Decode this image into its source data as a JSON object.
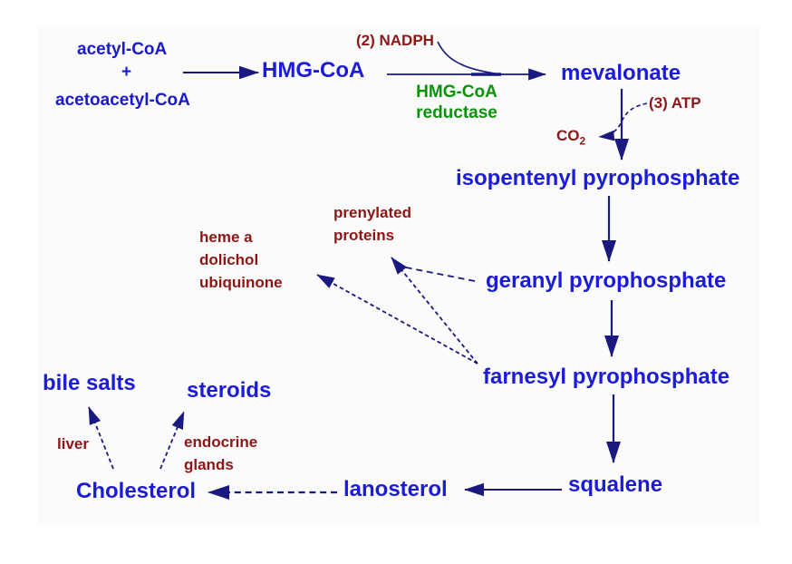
{
  "colors": {
    "metabolite_blue": "#1c1cd8",
    "arrow_navy": "#191980",
    "cofactor_red": "#8e1515",
    "enzyme_green": "#0a930a",
    "panel_background": "#fbfbfb"
  },
  "labels": {
    "acetyl_coa": "acetyl-CoA",
    "plus_sign": "+",
    "acetoacetyl_coa": "acetoacetyl-CoA",
    "hmg_coa": "HMG-CoA",
    "nadph": "(2) NADPH",
    "enzyme_line1": "HMG-CoA",
    "enzyme_line2": "reductase",
    "mevalonate": "mevalonate",
    "atp": "(3) ATP",
    "co2_base": "CO",
    "co2_sub": "2",
    "isopentenyl": "isopentenyl pyrophosphate",
    "geranyl": "geranyl pyrophosphate",
    "prenylated_line1": "prenylated",
    "prenylated_line2": "proteins",
    "heme_line1": "heme a",
    "heme_line2": "dolichol",
    "heme_line3": "ubiquinone",
    "farnesyl": "farnesyl pyrophosphate",
    "squalene": "squalene",
    "lanosterol": "lanosterol",
    "cholesterol": "Cholesterol",
    "bile_salts": "bile salts",
    "steroids": "steroids",
    "liver": "liver",
    "endocrine_line1": "endocrine",
    "endocrine_line2": "glands"
  },
  "edges": [
    {
      "from": "acetyl-CoA + acetoacetyl-CoA",
      "to": "HMG-CoA",
      "style": "solid"
    },
    {
      "from": "HMG-CoA",
      "to": "mevalonate",
      "style": "solid",
      "enzyme": "HMG-CoA reductase",
      "cofactor": "(2) NADPH"
    },
    {
      "from": "mevalonate",
      "to": "isopentenyl pyrophosphate",
      "style": "solid",
      "cofactor": "(3) ATP",
      "byproduct": "CO2"
    },
    {
      "from": "isopentenyl pyrophosphate",
      "to": "geranyl pyrophosphate",
      "style": "solid"
    },
    {
      "from": "geranyl pyrophosphate",
      "to": "farnesyl pyrophosphate",
      "style": "solid"
    },
    {
      "from": "geranyl pyrophosphate",
      "to": "prenylated proteins",
      "style": "dashed"
    },
    {
      "from": "farnesyl pyrophosphate",
      "to": "prenylated proteins",
      "style": "dashed"
    },
    {
      "from": "farnesyl pyrophosphate",
      "to": "heme a / dolichol / ubiquinone",
      "style": "dashed"
    },
    {
      "from": "farnesyl pyrophosphate",
      "to": "squalene",
      "style": "solid"
    },
    {
      "from": "squalene",
      "to": "lanosterol",
      "style": "solid"
    },
    {
      "from": "lanosterol",
      "to": "Cholesterol",
      "style": "dashed"
    },
    {
      "from": "Cholesterol",
      "to": "bile salts",
      "style": "dashed",
      "via": "liver"
    },
    {
      "from": "Cholesterol",
      "to": "steroids",
      "style": "dashed",
      "via": "endocrine glands"
    }
  ]
}
